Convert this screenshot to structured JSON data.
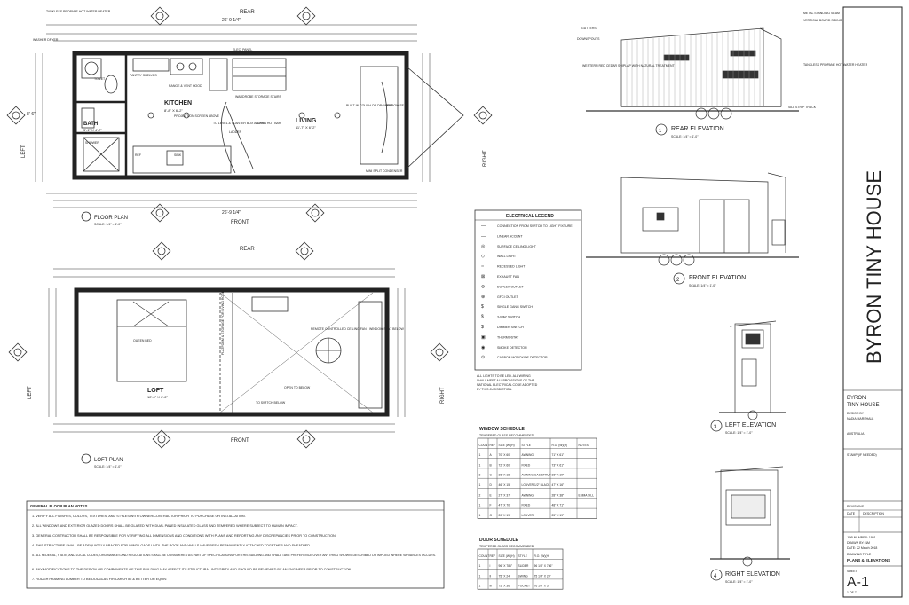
{
  "plans": {
    "floor_plan": {
      "title": "FLOOR PLAN",
      "scale": "SCALE: 1/4\" = 1'-0\"",
      "rear": "REAR",
      "front": "FRONT",
      "left": "LEFT",
      "right": "RIGHT",
      "overall_dim": "26'-9 1/4\"",
      "width_dim": "8'-6\"",
      "rooms": [
        {
          "name": "KITCHEN",
          "size": "8'-8\" X 6'-2\""
        },
        {
          "name": "LIVING",
          "size": "11'-7\" X 6'-2\""
        },
        {
          "name": "BATH",
          "size": "3'-1\" X 4'-7\""
        }
      ],
      "labels": {
        "tankless": "TANKLESS PROPANE HOT WATER HEATER",
        "washer": "WASHER DRYER",
        "toilet": "TOILET",
        "pantry": "PANTRY SHELVES",
        "range": "RANGE & VENT HOOD",
        "elec_panel": "ELEC. PANEL",
        "storage_stairs": "WARDROBE STORAGE STAIRS",
        "projection": "PROJECTION SCREEN ABOVE",
        "ladder": "LADDER",
        "open_hot_bar": "OPEN HOT BAR",
        "builtin_couch": "BUILT-IN COUCH OR DRAWERS",
        "window_seat": "WINDOW SEAT",
        "shower": "SHOWER",
        "sink": "SINK",
        "fridge": "REF",
        "mini_split": "MINI SPLIT CONDENSER",
        "planter": "TO LEVEL & PLANTER BOX ABOVE"
      }
    },
    "loft_plan": {
      "title": "LOFT PLAN",
      "scale": "SCALE: 1/4\" = 1'-0\"",
      "rear": "REAR",
      "front": "FRONT",
      "left": "LEFT",
      "right": "RIGHT",
      "rooms": [
        {
          "name": "LOFT",
          "size": "12'-0\" X 6'-2\""
        }
      ],
      "labels": {
        "queen_bed": "QUEEN BED",
        "platform": "PLATFORM & STORAGE FOR LIVING ROOM",
        "open_below": "OPEN TO BELOW",
        "remote_fan": "REMOTE CONTROLLED CEILING FAN",
        "to_switch": "TO SWITCH BELOW",
        "window_seat": "WINDOW SEAT BELOW"
      }
    }
  },
  "electrical_legend": {
    "title": "ELECTRICAL LEGEND",
    "items": [
      {
        "symbol": "—",
        "label": "CONNECTION FROM SWITCH TO LIGHT FIXTURE"
      },
      {
        "symbol": "—",
        "label": "LINEAR ACCENT"
      },
      {
        "symbol": "◎",
        "label": "SURFACE CEILING LIGHT"
      },
      {
        "symbol": "◇",
        "label": "WALL LIGHT"
      },
      {
        "symbol": "○",
        "label": "RECESSED LIGHT"
      },
      {
        "symbol": "⊠",
        "label": "EXHAUST FAN"
      },
      {
        "symbol": "⊖",
        "label": "DUPLEX OUTLET"
      },
      {
        "symbol": "⊕",
        "label": "GFCI OUTLET"
      },
      {
        "symbol": "$",
        "label": "SINGLE GANG SWITCH"
      },
      {
        "symbol": "$",
        "label": "3-WAY SWITCH"
      },
      {
        "symbol": "$",
        "label": "DIMMER SWITCH"
      },
      {
        "symbol": "▣",
        "label": "THERMOSTAT"
      },
      {
        "symbol": "◉",
        "label": "SMOKE DETECTOR"
      },
      {
        "symbol": "⊙",
        "label": "CARBON MONOXIDE DETECTOR"
      }
    ],
    "note": "ALL LIGHTS TO BE LED. ALL WIRING SHALL MEET ALL PROVISIONS OF THE NATIONAL ELECTRICAL CODE ADOPTED BY THIS JURISDICTION."
  },
  "window_schedule": {
    "title": "WINDOW SCHEDULE",
    "subtitle": "TEMPERED GLASS RECOMMENDED",
    "headers": [
      "COUNT",
      "REF",
      "SIZE (W)(H)",
      "STYLE",
      "R.O. (W)(H)",
      "NOTES"
    ],
    "rows": [
      [
        "1",
        "A",
        "70\" X 60\"",
        "AWNING",
        "71\" X 61\"",
        ""
      ],
      [
        "1",
        "B",
        "72\" X 60\"",
        "FIXED",
        "73\" X 61\"",
        ""
      ],
      [
        "3",
        "C",
        "36\" X 18\"",
        "AWNING GAS STRUT",
        "36\" X 19\"",
        ""
      ],
      [
        "1",
        "D",
        "46\" X 15\"",
        "LOUVER 1/2\" BLACK",
        "47\" X 16\"",
        ""
      ],
      [
        "2",
        "E",
        "27\" X 37\"",
        "AWNING",
        "28\" X 38\"",
        "EMMA SILL"
      ],
      [
        "1",
        "F",
        "47\" X 70\"",
        "FIXED",
        "48\" X 71\"",
        ""
      ],
      [
        "1",
        "G",
        "20\" X 19\"",
        "LOUVER",
        "25\" X 19\"",
        ""
      ]
    ]
  },
  "door_schedule": {
    "title": "DOOR SCHEDULE",
    "subtitle": "TEMPERED GLASS RECOMMENDED",
    "headers": [
      "COUNT",
      "REF",
      "SIZE (W)(H)",
      "STYLE",
      "R.O. (W)(H)"
    ],
    "rows": [
      [
        "1",
        "I",
        "96\" X 786\"",
        "SLIDER",
        "96 1/4\" X 786\""
      ],
      [
        "1",
        "II",
        "75\" X 24\"",
        "SWING",
        "75 1/4\" X 25\""
      ],
      [
        "1",
        "III",
        "75\" X 36\"",
        "POCKET",
        "76 1/4\" X 37\""
      ]
    ]
  },
  "general_notes": {
    "title": "GENERAL FLOOR PLAN NOTES",
    "items": [
      "1. VERIFY ALL FINISHES, COLORS, TEXTURES, AND STYLES WITH OWNER/CONTRACTOR PRIOR TO PURCHASE OR INSTALLATION.",
      "2. ALL WINDOWS AND EXTERIOR GLAZED DOORS SHALL BE GLAZED WITH DUAL PANED INSULATED GLASS AND TEMPERED WHERE SUBJECT TO HUMAN IMPACT.",
      "3. GENERAL CONTRACTOR SHALL BE RESPONSIBLE FOR VERIFYING ALL DIMENSIONS AND CONDITIONS WITH PLANS AND REPORTING ANY DISCREPANCIES PRIOR TO CONSTRUCTION.",
      "4. THIS STRUCTURE SHALL BE ADEQUATELY BRACED FOR WIND LOADS UNTIL THE ROOF AND WALLS HAVE BEEN PERMANENTLY ATTACHED TOGETHER AND SHEATHED.",
      "5. ALL FEDERAL, STATE, AND LOCAL CODES, ORDINANCES AND REGULATIONS SHALL BE CONSIDERED AS PART OF SPECIFICATIONS FOR THIS BUILDING AND SHALL TAKE PREFERENCE OVER ANYTHING SHOWN, DESCRIBED OR IMPLIED WHERE VARIANCES OCCURS.",
      "6. ANY MODIFICATIONS TO THE DESIGN OR COMPONENTS OF THIS BUILDING MAY AFFECT ITS STRUCTURAL INTEGRITY AND SHOULD BE REVIEWED BY AN ENGINEER PRIOR TO CONSTRUCTION.",
      "7. ROUGH FRAMING LUMBER TO BE DOUGLAS FIR-LARCH #2 & BETTER OR EQUIV."
    ]
  },
  "elevations": [
    {
      "number": "1",
      "title": "REAR ELEVATION",
      "scale": "SCALE: 1/4\" = 1'-0\""
    },
    {
      "number": "2",
      "title": "FRONT ELEVATION",
      "scale": "SCALE: 1/4\" = 1'-0\""
    },
    {
      "number": "3",
      "title": "LEFT ELEVATION",
      "scale": "SCALE: 1/4\" = 1'-0\""
    },
    {
      "number": "4",
      "title": "RIGHT ELEVATION",
      "scale": "SCALE: 1/4\" = 1'-0\""
    }
  ],
  "elevation_notes": {
    "gutters": "GUTTERS",
    "downspouts": "DOWNSPOUTS",
    "roof": "METAL STANDING SEAM",
    "siding": "VERTICAL BOARD SIDING",
    "tankless": "TANKLESS PROPANE HOT WATER HEATER",
    "trim": "SILL STRIP TRACK",
    "western_red": "WESTERN RED CEDAR SHIPLAP WITH NATURAL TREATMENT"
  },
  "title_block": {
    "project": "BYRON TINY HOUSE",
    "project_line1": "BYRON",
    "project_line2": "TINY HOUSE",
    "designer_label": "DESIGN BY",
    "designer": "NADIA MARSHALL",
    "location": "AUSTRALIA",
    "stamp": "STAMP (IF NEEDED)",
    "revisions_label": "REVISIONS",
    "rev_cols": [
      "DATE",
      "DESCRIPTION"
    ],
    "job_number": "JOB NUMBER: 1801",
    "drawn_by": "DRAWN BY: NM",
    "date": "DATE: 22 March 2018",
    "drawing_title_label": "DRAWING TITLE",
    "drawing_title": "PLANS & ELEVATIONS",
    "sheet_label": "SHEET",
    "sheet": "A-1",
    "sheet_of": "1 OF 7"
  }
}
